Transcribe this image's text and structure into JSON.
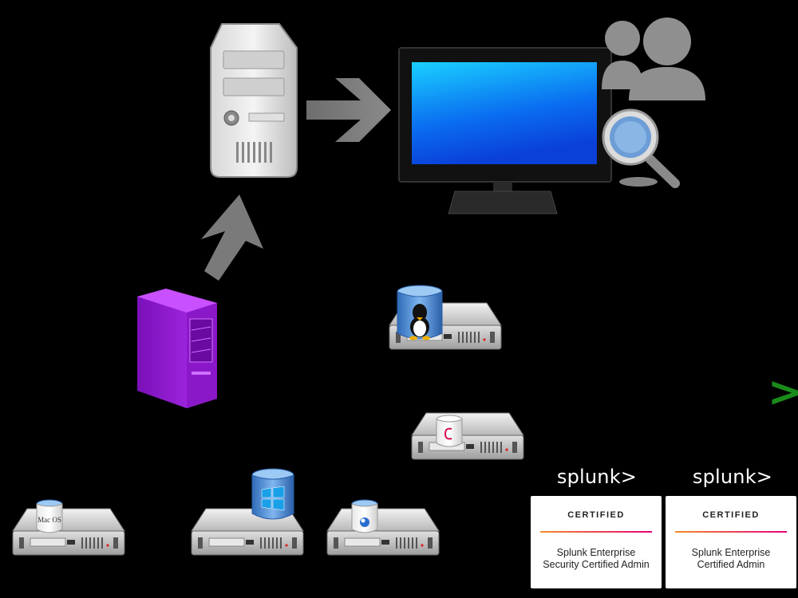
{
  "os_labels": {
    "mac": "Mac OS"
  },
  "badges": [
    {
      "logo": "splunk>",
      "certified": "CERTIFIED",
      "line1": "Splunk Enterprise",
      "line2": "Security Certified Admin"
    },
    {
      "logo": "splunk>",
      "certified": "CERTIFIED",
      "line1": "Splunk Enterprise",
      "line2": "Certified Admin"
    }
  ],
  "prompt_glyph": ">",
  "colors": {
    "background": "#000000",
    "accent_green": "#1a8a1a",
    "monitor_screen": "#0a8cf0",
    "windows_blue": "#1aa0e8",
    "purple_tower": "#a020e0"
  },
  "icons": [
    "tower-server-icon",
    "monitor-icon",
    "users-icon",
    "magnifier-icon",
    "purple-server-icon",
    "linux-server-icon",
    "debian-server-icon",
    "mac-server-icon",
    "windows-server-icon",
    "generic-server-icon"
  ]
}
